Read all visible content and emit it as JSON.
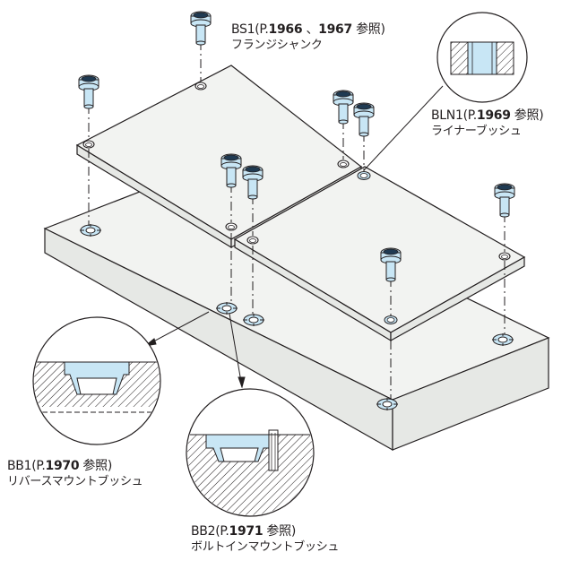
{
  "labels": {
    "bs1": {
      "code": "BS1",
      "ref_prefix": "(P.",
      "pages": "1966",
      "sep": "、",
      "pages2": "1967",
      "ref_suffix": "参照)",
      "name": "フランジシャンク"
    },
    "bln1": {
      "code": "BLN1",
      "ref_prefix": "(P.",
      "pages": "1969",
      "ref_suffix": "参照)",
      "name": "ライナーブッシュ"
    },
    "bb1": {
      "code": "BB1",
      "ref_prefix": "(P.",
      "pages": "1970",
      "ref_suffix": "参照)",
      "name": "リバースマウントブッシュ"
    },
    "bb2": {
      "code": "BB2",
      "ref_prefix": "(P.",
      "pages": "1971",
      "ref_suffix": "参照)",
      "name": "ボルトインマウントブッシュ"
    }
  },
  "colors": {
    "line": "#231f20",
    "plate_top": "#f2f3f1",
    "plate_side": "#e6e8e5",
    "part_blue": "#c8e6f5",
    "hatch": "#231f20"
  },
  "icons": [
    "flange-shank",
    "liner-bush",
    "reverse-mount-bush",
    "bolt-in-mount-bush"
  ]
}
